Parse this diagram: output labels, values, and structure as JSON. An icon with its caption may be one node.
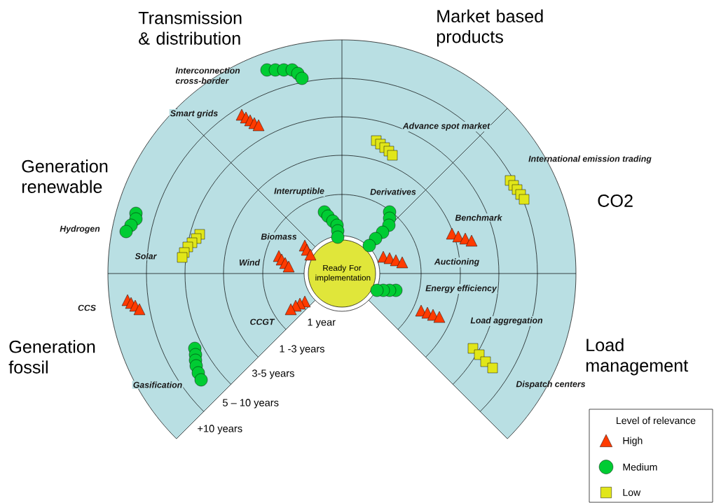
{
  "diagram": {
    "nodes": [
      {
        "text": [
          "Transmission & distribution"
        ]
      },
      {
        "text": [
          "Market based products"
        ]
      },
      {
        "text": [
          "Generation renewable"
        ]
      },
      {
        "text": [
          "CO2"
        ]
      },
      {
        "text": [
          "Ready For implementation"
        ]
      },
      {
        "text": [
          "Generation fossil"
        ]
      },
      {
        "text": [
          "Load management"
        ]
      }
    ],
    "labels": [
      "Interconnection cross-border",
      "Smart grids",
      "Advance spot market",
      "International emission trading",
      "Interruptible",
      "Derivatives",
      "Benchmark",
      "Hydrogen",
      "Biomass",
      "Solar",
      "Wind",
      "Auctioning",
      "Energy efficiency",
      "CCS",
      "Load aggregation",
      "CCGT",
      "1 year",
      "1 -3 years",
      "3-5 years",
      "5 – 10 years",
      "+10 years",
      "Dispatch centers",
      "Gasification",
      "Level of relevance"
    ],
    "legend": [
      {
        "text": "High"
      },
      {
        "text": "Medium"
      },
      {
        "text": "Low"
      }
    ]
  }
}
